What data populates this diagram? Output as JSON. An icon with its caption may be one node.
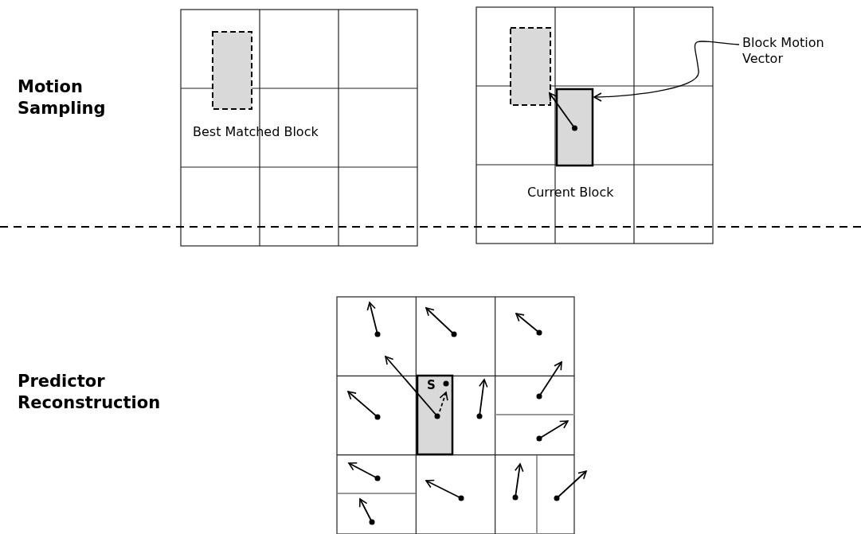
{
  "diagram": {
    "nodes": [
      {
        "text": [],
        "shape": "box",
        "beside": [
          "Best Matched Block"
        ]
      },
      {
        "text": [],
        "shape": "box"
      },
      {
        "text": [],
        "shape": "box",
        "beside": [
          "Current Block"
        ]
      },
      {
        "text": [
          "Block Motion Vector"
        ]
      },
      {
        "text": [
          "S"
        ]
      }
    ],
    "edges": [
      {
        "from": 3,
        "to": 2,
        "arrow": "to"
      },
      {
        "from": 2,
        "to": 1,
        "arrow": "to"
      }
    ],
    "labels": [
      "Motion Sampling",
      "Predictor Reconstruction"
    ]
  }
}
